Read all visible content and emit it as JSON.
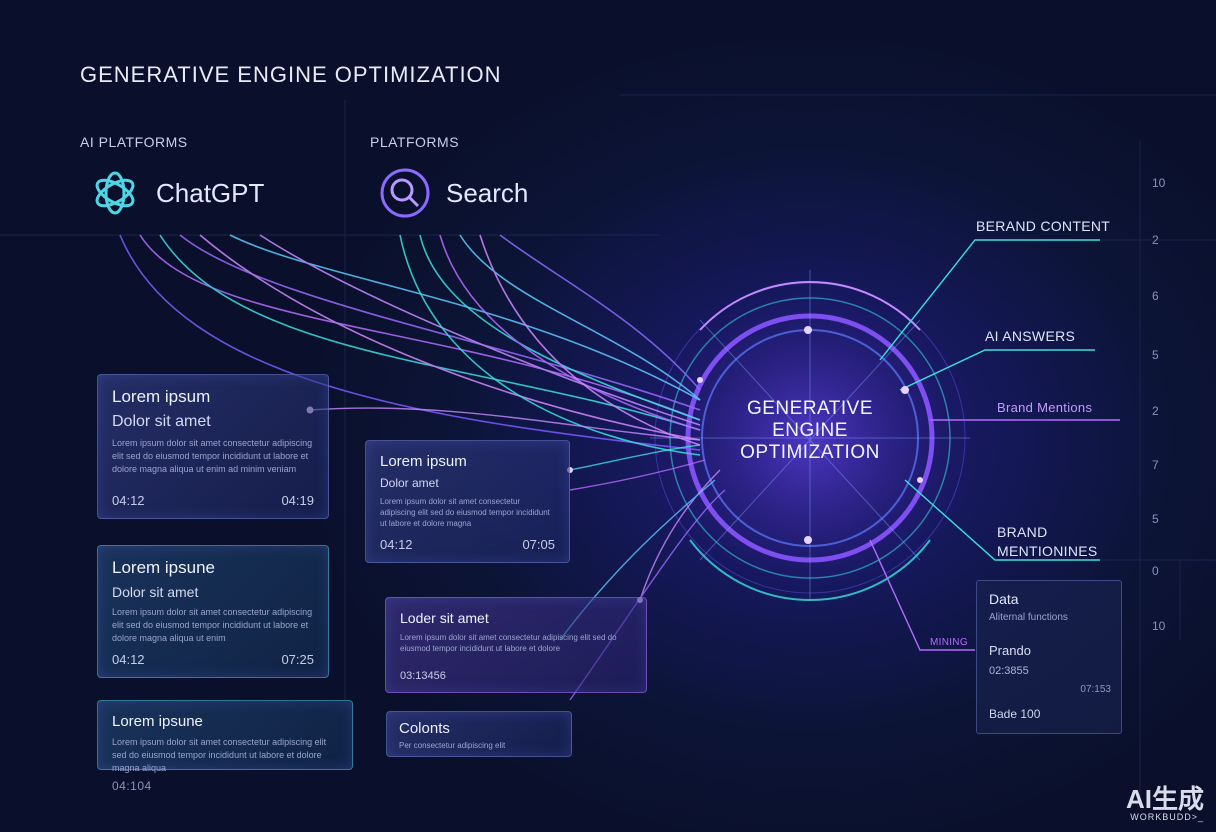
{
  "title": "GENERATIVE ENGINE OPTIMIZATION",
  "section_labels": {
    "left": "AI PLATFORMS",
    "right": "PLATFORMS"
  },
  "platforms": {
    "chatgpt": "ChatGPT",
    "search": "Search"
  },
  "cards": {
    "c1": {
      "heading": "Lorem ipsum",
      "sub": "Dolor sit amet",
      "body": "Lorem ipsum dolor sit amet consectetur adipiscing elit sed do eiusmod tempor incididunt ut labore et dolore magna aliqua ut enim ad minim veniam",
      "time_left": "04:12",
      "time_right": "04:19"
    },
    "c2": {
      "heading": "Lorem ipsune",
      "sub": "Dolor sit amet",
      "body": "Lorem ipsum dolor sit amet consectetur adipiscing elit sed do eiusmod tempor incididunt ut labore et dolore magna aliqua ut enim",
      "time_left": "04:12",
      "time_right": "07:25"
    },
    "c3": {
      "heading": "Lorem ipsune",
      "body": "Lorem ipsum dolor sit amet consectetur adipiscing elit sed do eiusmod tempor incididunt ut labore et dolore magna aliqua",
      "time": "04:104"
    },
    "c4": {
      "heading": "Lorem ipsum",
      "sub": "Dolor amet",
      "body": "Lorem ipsum dolor sit amet consectetur adipiscing elit sed do eiusmod tempor incididunt ut labore et dolore magna",
      "time_left": "04:12",
      "time_right": "07:05"
    },
    "c5": {
      "heading": "Loder sit amet",
      "body": "Lorem ipsum dolor sit amet consectetur adipiscing elit sed do eiusmod tempor incididunt ut labore et dolore",
      "time": "03:13456"
    },
    "c6": {
      "heading": "Colonts",
      "body": "Per consectetur adipiscing elit"
    }
  },
  "center_label": "GENERATIVE ENGINE OPTIMIZATION",
  "outputs": {
    "brand_content": "BERAND CONTENT",
    "ai_answers": "AI ANSWERS",
    "brand_mentions": "Brand Mentions",
    "brand_mentions_2a": "BRAND",
    "brand_mentions_2b": "MENTIONINES",
    "small_tag": "MINING"
  },
  "axis_ticks": [
    "10",
    "2",
    "6",
    "5",
    "2",
    "7",
    "5",
    "0",
    "10"
  ],
  "data_panel": {
    "title": "Data",
    "sub": "Aliternal functions",
    "item": "Prando",
    "value": "02:3855",
    "value2": "07:153",
    "footer": "Bade  100"
  },
  "watermark": {
    "main": "AI生成",
    "sub": "WORKBUDD>_"
  },
  "colors": {
    "accent_purple": "#b36bff",
    "accent_teal": "#39e2e0",
    "background": "#0b1230"
  }
}
